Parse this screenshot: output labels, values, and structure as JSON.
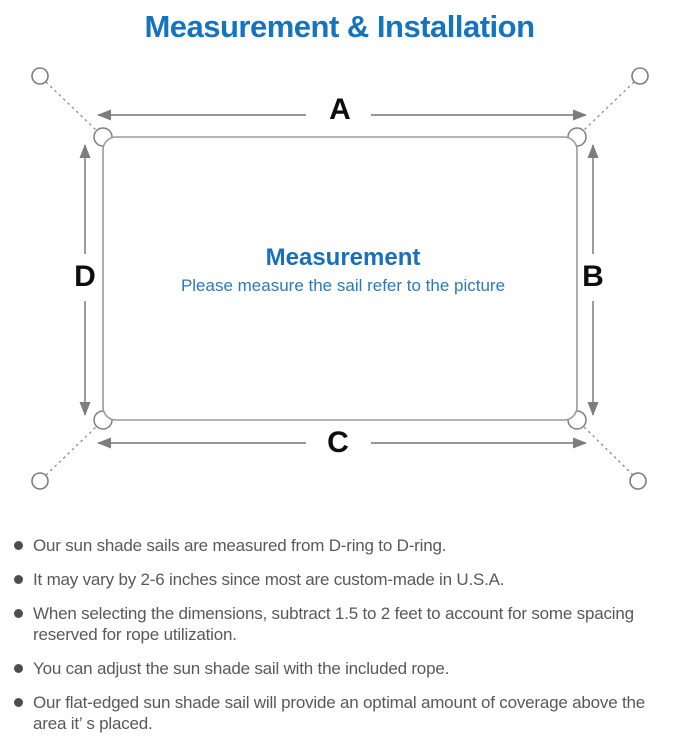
{
  "header": {
    "title": "Measurement & Installation"
  },
  "diagram": {
    "side_labels": {
      "top": "A",
      "right": "B",
      "bottom": "C",
      "left": "D"
    },
    "center": {
      "title": "Measurement",
      "subtitle": "Please measure the sail refer to the picture"
    }
  },
  "notes": {
    "items": [
      "Our sun shade sails are measured from D-ring to D-ring.",
      "It may vary by 2-6 inches since most are custom-made in U.S.A.",
      "When selecting the dimensions, subtract 1.5 to 2 feet to account for some spacing reserved for rope utilization.",
      "You can adjust the sun shade sail with the included rope.",
      "Our flat-edged sun shade sail will provide an optimal amount of coverage above the area it’ s placed."
    ]
  },
  "colors": {
    "accent_blue": "#1673bd",
    "diagram_gray": "#8a8a8a",
    "note_text_gray": "#595959"
  }
}
